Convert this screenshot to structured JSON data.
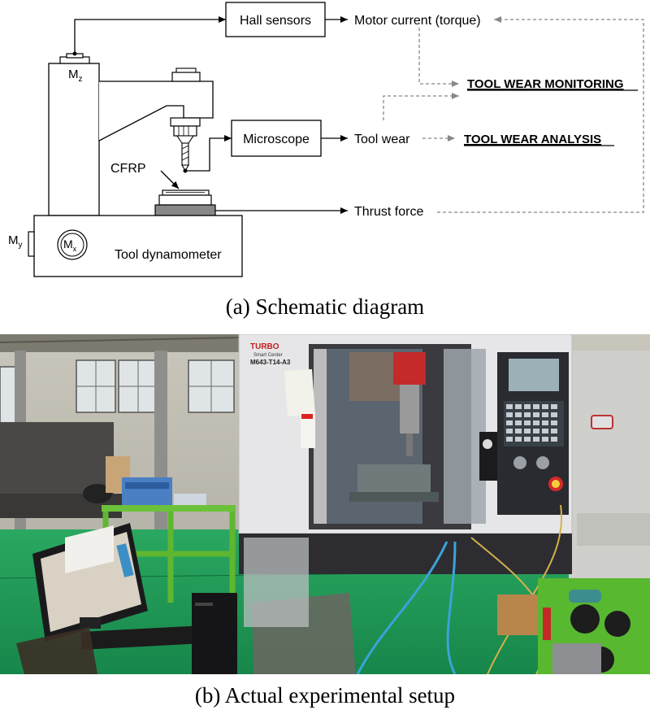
{
  "schematic": {
    "labels": {
      "hall_sensors": "Hall sensors",
      "microscope": "Microscope",
      "motor_current": "Motor current (torque)",
      "tool_wear": "Tool wear",
      "thrust_force": "Thrust force",
      "monitoring": "TOOL WEAR MONITORING",
      "analysis": "TOOL WEAR ANALYSIS",
      "cfrp": "CFRP",
      "dynamometer": "Tool dynamometer",
      "mz": "M",
      "mz_sub": "z",
      "my": "M",
      "my_sub": "y",
      "mx": "M",
      "mx_sub": "x"
    },
    "colors": {
      "arrow": "#000000",
      "dashed": "#888888",
      "outline": "#000000"
    }
  },
  "photo": {
    "brand": "TURBO",
    "brand_sub": "Smart Center",
    "model": "M643-T14-A3",
    "colors": {
      "floor": "#1e9e5a",
      "machine": "#e4e4e6",
      "green_frame": "#6cc13a"
    }
  },
  "captions": {
    "a": "(a) Schematic diagram",
    "b": "(b) Actual experimental setup"
  }
}
